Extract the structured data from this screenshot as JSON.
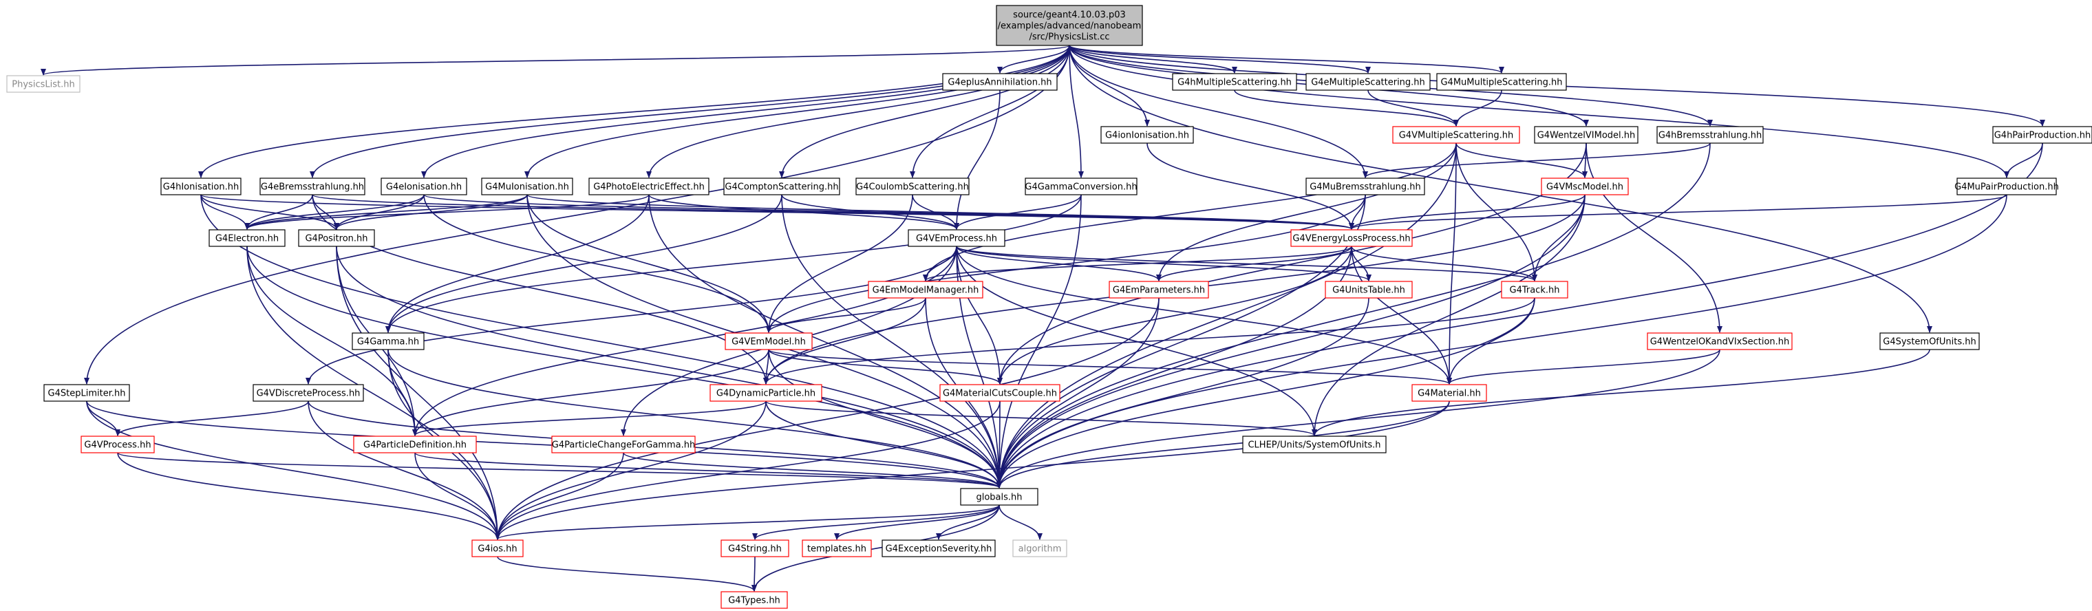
{
  "colors": {
    "normal_border": "#000000",
    "red_border": "#ff0000",
    "gray_border": "#bfbfbf",
    "root_fill": "#bfbfbf",
    "normal_text": "#000000",
    "gray_text": "#888888",
    "edge": "#191970"
  },
  "root": {
    "id": "root",
    "lines": [
      "source/geant4.10.03.p03",
      "/examples/advanced/nanobeam",
      "/src/PhysicsList.cc"
    ]
  },
  "nodes": [
    {
      "id": "physicslist",
      "label": "PhysicsList.hh",
      "style": "gray"
    },
    {
      "id": "g4hionisation",
      "label": "G4hIonisation.hh",
      "style": "normal"
    },
    {
      "id": "g4ebrem",
      "label": "G4eBremsstrahlung.hh",
      "style": "normal"
    },
    {
      "id": "g4eionisation",
      "label": "G4eIonisation.hh",
      "style": "normal"
    },
    {
      "id": "g4muionisation",
      "label": "G4MuIonisation.hh",
      "style": "normal"
    },
    {
      "id": "g4photoelectric",
      "label": "G4PhotoElectricEffect.hh",
      "style": "normal"
    },
    {
      "id": "g4compton",
      "label": "G4ComptonScattering.hh",
      "style": "normal"
    },
    {
      "id": "g4coulomb",
      "label": "G4CoulombScattering.hh",
      "style": "normal"
    },
    {
      "id": "g4eplus",
      "label": "G4eplusAnnihilation.hh",
      "style": "normal"
    },
    {
      "id": "g4gammaconv",
      "label": "G4GammaConversion.hh",
      "style": "normal"
    },
    {
      "id": "g4ionionisation",
      "label": "G4ionIonisation.hh",
      "style": "normal"
    },
    {
      "id": "g4hmsc",
      "label": "G4hMultipleScattering.hh",
      "style": "normal"
    },
    {
      "id": "g4emsc",
      "label": "G4eMultipleScattering.hh",
      "style": "normal"
    },
    {
      "id": "g4mumsc",
      "label": "G4MuMultipleScattering.hh",
      "style": "normal"
    },
    {
      "id": "g4vmsc",
      "label": "G4VMultipleScattering.hh",
      "style": "red"
    },
    {
      "id": "g4wentzel",
      "label": "G4WentzelVIModel.hh",
      "style": "normal"
    },
    {
      "id": "g4hbrem",
      "label": "G4hBremsstrahlung.hh",
      "style": "normal"
    },
    {
      "id": "g4hpair",
      "label": "G4hPairProduction.hh",
      "style": "normal"
    },
    {
      "id": "g4mubrem",
      "label": "G4MuBremsstrahlung.hh",
      "style": "normal"
    },
    {
      "id": "g4vmscmodel",
      "label": "G4VMscModel.hh",
      "style": "red"
    },
    {
      "id": "g4mupair",
      "label": "G4MuPairProduction.hh",
      "style": "normal"
    },
    {
      "id": "g4electron",
      "label": "G4Electron.hh",
      "style": "normal"
    },
    {
      "id": "g4positron",
      "label": "G4Positron.hh",
      "style": "normal"
    },
    {
      "id": "g4vemprocess",
      "label": "G4VEmProcess.hh",
      "style": "normal"
    },
    {
      "id": "g4venergyloss",
      "label": "G4VEnergyLossProcess.hh",
      "style": "red"
    },
    {
      "id": "g4emmodelmanager",
      "label": "G4EmModelManager.hh",
      "style": "red"
    },
    {
      "id": "g4emparameters",
      "label": "G4EmParameters.hh",
      "style": "red"
    },
    {
      "id": "g4unitstable",
      "label": "G4UnitsTable.hh",
      "style": "red"
    },
    {
      "id": "g4track",
      "label": "G4Track.hh",
      "style": "red"
    },
    {
      "id": "g4gamma",
      "label": "G4Gamma.hh",
      "style": "normal"
    },
    {
      "id": "g4vemmodel",
      "label": "G4VEmModel.hh",
      "style": "red"
    },
    {
      "id": "g4wentzelok",
      "label": "G4WentzelOKandVIxSection.hh",
      "style": "red"
    },
    {
      "id": "g4systemofunits",
      "label": "G4SystemOfUnits.hh",
      "style": "normal"
    },
    {
      "id": "g4steplimiter",
      "label": "G4StepLimiter.hh",
      "style": "normal"
    },
    {
      "id": "g4vdiscrete",
      "label": "G4VDiscreteProcess.hh",
      "style": "normal"
    },
    {
      "id": "g4dynamicparticle",
      "label": "G4DynamicParticle.hh",
      "style": "red"
    },
    {
      "id": "g4materialcuts",
      "label": "G4MaterialCutsCouple.hh",
      "style": "red"
    },
    {
      "id": "g4material",
      "label": "G4Material.hh",
      "style": "red"
    },
    {
      "id": "g4vprocess",
      "label": "G4VProcess.hh",
      "style": "red"
    },
    {
      "id": "g4particledef",
      "label": "G4ParticleDefinition.hh",
      "style": "red"
    },
    {
      "id": "g4particlechange",
      "label": "G4ParticleChangeForGamma.hh",
      "style": "red"
    },
    {
      "id": "clhepunits",
      "label": "CLHEP/Units/SystemOfUnits.h",
      "style": "normal"
    },
    {
      "id": "globals",
      "label": "globals.hh",
      "style": "normal"
    },
    {
      "id": "g4ios",
      "label": "G4ios.hh",
      "style": "red"
    },
    {
      "id": "g4string",
      "label": "G4String.hh",
      "style": "red"
    },
    {
      "id": "templates",
      "label": "templates.hh",
      "style": "red"
    },
    {
      "id": "g4exception",
      "label": "G4ExceptionSeverity.hh",
      "style": "normal"
    },
    {
      "id": "algorithm",
      "label": "algorithm",
      "style": "gray"
    },
    {
      "id": "g4types",
      "label": "G4Types.hh",
      "style": "red"
    }
  ],
  "edges": [
    [
      "root",
      "physicslist"
    ],
    [
      "root",
      "g4hionisation"
    ],
    [
      "root",
      "g4ebrem"
    ],
    [
      "root",
      "g4eionisation"
    ],
    [
      "root",
      "g4muionisation"
    ],
    [
      "root",
      "g4photoelectric"
    ],
    [
      "root",
      "g4compton"
    ],
    [
      "root",
      "g4coulomb"
    ],
    [
      "root",
      "g4eplus"
    ],
    [
      "root",
      "g4gammaconv"
    ],
    [
      "root",
      "g4ionionisation"
    ],
    [
      "root",
      "g4hmsc"
    ],
    [
      "root",
      "g4emsc"
    ],
    [
      "root",
      "g4mumsc"
    ],
    [
      "root",
      "g4wentzel"
    ],
    [
      "root",
      "g4hbrem"
    ],
    [
      "root",
      "g4hpair"
    ],
    [
      "root",
      "g4mubrem"
    ],
    [
      "root",
      "g4mupair"
    ],
    [
      "root",
      "g4steplimiter"
    ],
    [
      "root",
      "g4systemofunits"
    ],
    [
      "g4hionisation",
      "g4electron"
    ],
    [
      "g4hionisation",
      "g4positron"
    ],
    [
      "g4hionisation",
      "g4venergyloss"
    ],
    [
      "g4hionisation",
      "globals"
    ],
    [
      "g4ebrem",
      "g4electron"
    ],
    [
      "g4ebrem",
      "g4positron"
    ],
    [
      "g4ebrem",
      "g4venergyloss"
    ],
    [
      "g4ebrem",
      "g4dynamicparticle"
    ],
    [
      "g4eionisation",
      "g4electron"
    ],
    [
      "g4eionisation",
      "g4positron"
    ],
    [
      "g4eionisation",
      "g4venergyloss"
    ],
    [
      "g4eionisation",
      "g4vemmodel"
    ],
    [
      "g4muionisation",
      "g4electron"
    ],
    [
      "g4muionisation",
      "g4positron"
    ],
    [
      "g4muionisation",
      "g4venergyloss"
    ],
    [
      "g4muionisation",
      "g4vemmodel"
    ],
    [
      "g4muionisation",
      "globals"
    ],
    [
      "g4photoelectric",
      "g4vemprocess"
    ],
    [
      "g4photoelectric",
      "g4gamma"
    ],
    [
      "g4photoelectric",
      "g4electron"
    ],
    [
      "g4photoelectric",
      "globals"
    ],
    [
      "g4compton",
      "g4vemprocess"
    ],
    [
      "g4compton",
      "g4gamma"
    ],
    [
      "g4compton",
      "globals"
    ],
    [
      "g4coulomb",
      "g4vemprocess"
    ],
    [
      "g4coulomb",
      "g4vemmodel"
    ],
    [
      "g4eplus",
      "g4vemprocess"
    ],
    [
      "g4gammaconv",
      "g4vemprocess"
    ],
    [
      "g4gammaconv",
      "g4gamma"
    ],
    [
      "g4gammaconv",
      "globals"
    ],
    [
      "g4ionionisation",
      "g4venergyloss"
    ],
    [
      "g4hmsc",
      "g4vmsc"
    ],
    [
      "g4emsc",
      "g4vmsc"
    ],
    [
      "g4mumsc",
      "g4vmsc"
    ],
    [
      "g4vmsc",
      "g4vmscmodel"
    ],
    [
      "g4vmsc",
      "g4emmodelmanager"
    ],
    [
      "g4vmsc",
      "g4emparameters"
    ],
    [
      "g4vmsc",
      "g4track"
    ],
    [
      "g4vmsc",
      "g4material"
    ],
    [
      "g4vmsc",
      "globals"
    ],
    [
      "g4wentzel",
      "g4vmscmodel"
    ],
    [
      "g4wentzel",
      "g4wentzelok"
    ],
    [
      "g4wentzel",
      "g4materialcuts"
    ],
    [
      "g4hbrem",
      "g4mubrem"
    ],
    [
      "g4hbrem",
      "globals"
    ],
    [
      "g4hpair",
      "g4mupair"
    ],
    [
      "g4hpair",
      "globals"
    ],
    [
      "g4mubrem",
      "g4venergyloss"
    ],
    [
      "g4mubrem",
      "g4vemmodel"
    ],
    [
      "g4mubrem",
      "globals"
    ],
    [
      "g4mupair",
      "g4venergyloss"
    ],
    [
      "g4mupair",
      "globals"
    ],
    [
      "g4vmscmodel",
      "g4venergyloss"
    ],
    [
      "g4vmscmodel",
      "g4track"
    ],
    [
      "g4vmscmodel",
      "g4dynamicparticle"
    ],
    [
      "g4vmscmodel",
      "clhepunits"
    ],
    [
      "g4vmscmodel",
      "globals"
    ],
    [
      "g4electron",
      "globals"
    ],
    [
      "g4electron",
      "g4particledef"
    ],
    [
      "g4electron",
      "g4ios"
    ],
    [
      "g4positron",
      "globals"
    ],
    [
      "g4positron",
      "g4particledef"
    ],
    [
      "g4positron",
      "g4ios"
    ],
    [
      "g4vemprocess",
      "g4emmodelmanager"
    ],
    [
      "g4vemprocess",
      "g4emparameters"
    ],
    [
      "g4vemprocess",
      "g4unitstable"
    ],
    [
      "g4vemprocess",
      "g4track"
    ],
    [
      "g4vemprocess",
      "g4vdiscrete"
    ],
    [
      "g4vemprocess",
      "g4materialcuts"
    ],
    [
      "g4vemprocess",
      "g4material"
    ],
    [
      "g4vemprocess",
      "g4particledef"
    ],
    [
      "g4vemprocess",
      "g4particlechange"
    ],
    [
      "g4vemprocess",
      "clhepunits"
    ],
    [
      "g4vemprocess",
      "globals"
    ],
    [
      "g4venergyloss",
      "g4emmodelmanager"
    ],
    [
      "g4venergyloss",
      "g4emparameters"
    ],
    [
      "g4venergyloss",
      "g4unitstable"
    ],
    [
      "g4venergyloss",
      "g4track"
    ],
    [
      "g4venergyloss",
      "g4materialcuts"
    ],
    [
      "g4venergyloss",
      "g4material"
    ],
    [
      "g4venergyloss",
      "globals"
    ],
    [
      "g4emmodelmanager",
      "g4vemmodel"
    ],
    [
      "g4emmodelmanager",
      "g4dynamicparticle"
    ],
    [
      "g4emmodelmanager",
      "globals"
    ],
    [
      "g4emparameters",
      "globals"
    ],
    [
      "g4emparameters",
      "g4ios"
    ],
    [
      "g4unitstable",
      "globals"
    ],
    [
      "g4track",
      "g4material"
    ],
    [
      "g4track",
      "g4dynamicparticle"
    ],
    [
      "g4track",
      "globals"
    ],
    [
      "g4gamma",
      "g4particledef"
    ],
    [
      "g4gamma",
      "globals"
    ],
    [
      "g4gamma",
      "g4ios"
    ],
    [
      "g4vemmodel",
      "g4dynamicparticle"
    ],
    [
      "g4vemmodel",
      "g4materialcuts"
    ],
    [
      "g4vemmodel",
      "g4material"
    ],
    [
      "g4vemmodel",
      "g4particledef"
    ],
    [
      "g4vemmodel",
      "globals"
    ],
    [
      "g4wentzelok",
      "g4material"
    ],
    [
      "g4wentzelok",
      "globals"
    ],
    [
      "g4systemofunits",
      "clhepunits"
    ],
    [
      "g4steplimiter",
      "g4vprocess"
    ],
    [
      "g4steplimiter",
      "globals"
    ],
    [
      "g4steplimiter",
      "g4ios"
    ],
    [
      "g4vdiscrete",
      "g4vprocess"
    ],
    [
      "g4vdiscrete",
      "globals"
    ],
    [
      "g4vdiscrete",
      "g4ios"
    ],
    [
      "g4dynamicparticle",
      "g4particledef"
    ],
    [
      "g4dynamicparticle",
      "clhepunits"
    ],
    [
      "g4dynamicparticle",
      "globals"
    ],
    [
      "g4dynamicparticle",
      "g4ios"
    ],
    [
      "g4materialcuts",
      "globals"
    ],
    [
      "g4materialcuts",
      "g4ios"
    ],
    [
      "g4material",
      "globals"
    ],
    [
      "g4material",
      "g4ios"
    ],
    [
      "g4vprocess",
      "globals"
    ],
    [
      "g4vprocess",
      "g4ios"
    ],
    [
      "g4particledef",
      "globals"
    ],
    [
      "g4particledef",
      "g4ios"
    ],
    [
      "g4particlechange",
      "globals"
    ],
    [
      "g4particlechange",
      "g4ios"
    ],
    [
      "globals",
      "g4ios"
    ],
    [
      "globals",
      "g4string"
    ],
    [
      "globals",
      "templates"
    ],
    [
      "globals",
      "g4exception"
    ],
    [
      "globals",
      "algorithm"
    ],
    [
      "globals",
      "g4types"
    ],
    [
      "g4string",
      "g4types"
    ],
    [
      "g4ios",
      "g4types"
    ]
  ]
}
